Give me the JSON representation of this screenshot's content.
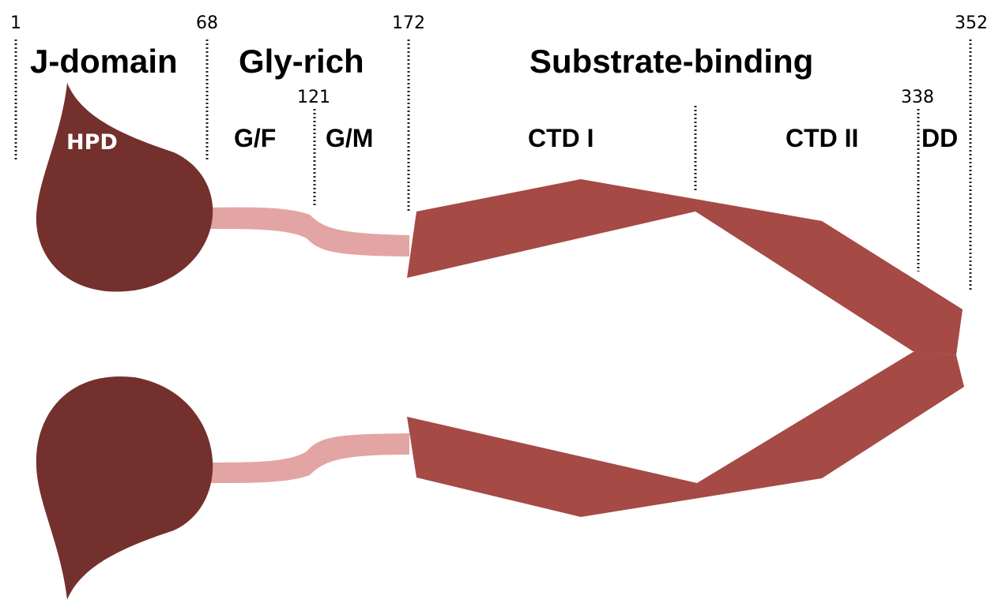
{
  "positions": {
    "start": "1",
    "jdomain_end": "68",
    "gf_end": "121",
    "glyrich_end": "172",
    "ctd2_end": "338",
    "end": "352"
  },
  "domains": {
    "j_domain": "J-domain",
    "gly_rich": "Gly-rich",
    "substrate_binding": "Substrate-binding"
  },
  "subdomains": {
    "gf": "G/F",
    "gm": "G/M",
    "ctd1": "CTD I",
    "ctd2": "CTD II",
    "dd": "DD"
  },
  "motif": "HPD",
  "colors": {
    "j_domain": "#74302D",
    "linker": "#E3A5A3",
    "substrate_binding": "#A54A45",
    "divider": "#222222"
  }
}
